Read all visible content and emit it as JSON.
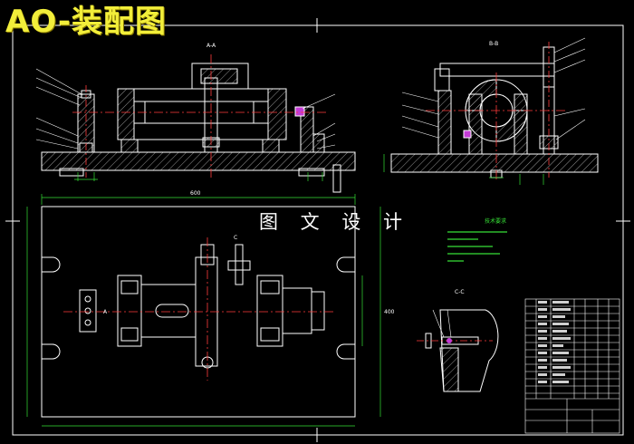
{
  "title": "AO-装配图",
  "watermark": "图 文 设 计",
  "views": {
    "section_a": "A-A",
    "section_b": "B-B",
    "section_c": "C-C",
    "view_c": "C"
  },
  "notes_title": "技术要求",
  "dimensions": {
    "overall_width": "600",
    "height_right": "400",
    "section_mark": "A"
  },
  "colors": {
    "background": "#000000",
    "outline": "#ffffff",
    "center_line": "#ff3b3b",
    "dimension": "#36e036",
    "title": "#f2ee3a",
    "hatch": "#c8c8c8"
  }
}
